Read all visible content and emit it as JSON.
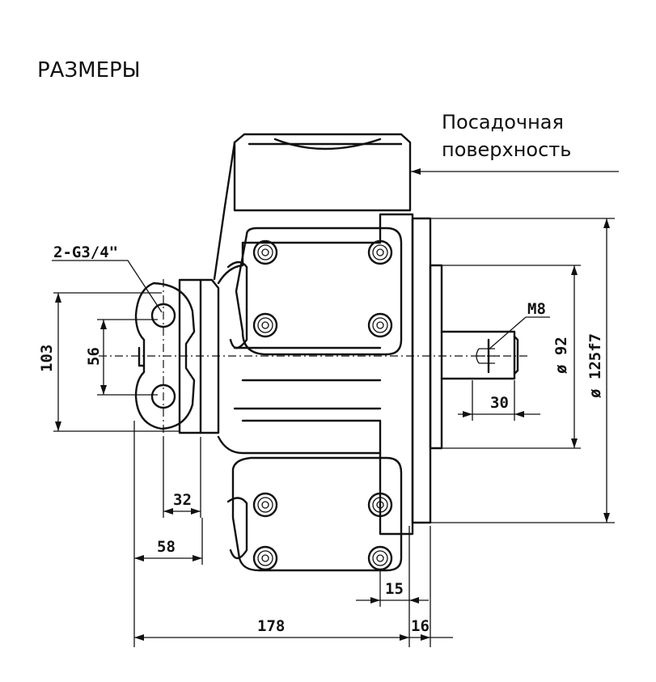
{
  "title": "РАЗМЕРЫ",
  "fit_surface": {
    "line1": "Посадочная",
    "line2": "поверхность"
  },
  "dimensions": {
    "port": "2-G3/4\"",
    "thread": "M8",
    "h103": "103",
    "h56": "56",
    "w32": "32",
    "w58": "58",
    "w178": "178",
    "w16": "16",
    "w15": "15",
    "w30": "30",
    "d92": "ø 92",
    "d125": "ø 125f7"
  }
}
